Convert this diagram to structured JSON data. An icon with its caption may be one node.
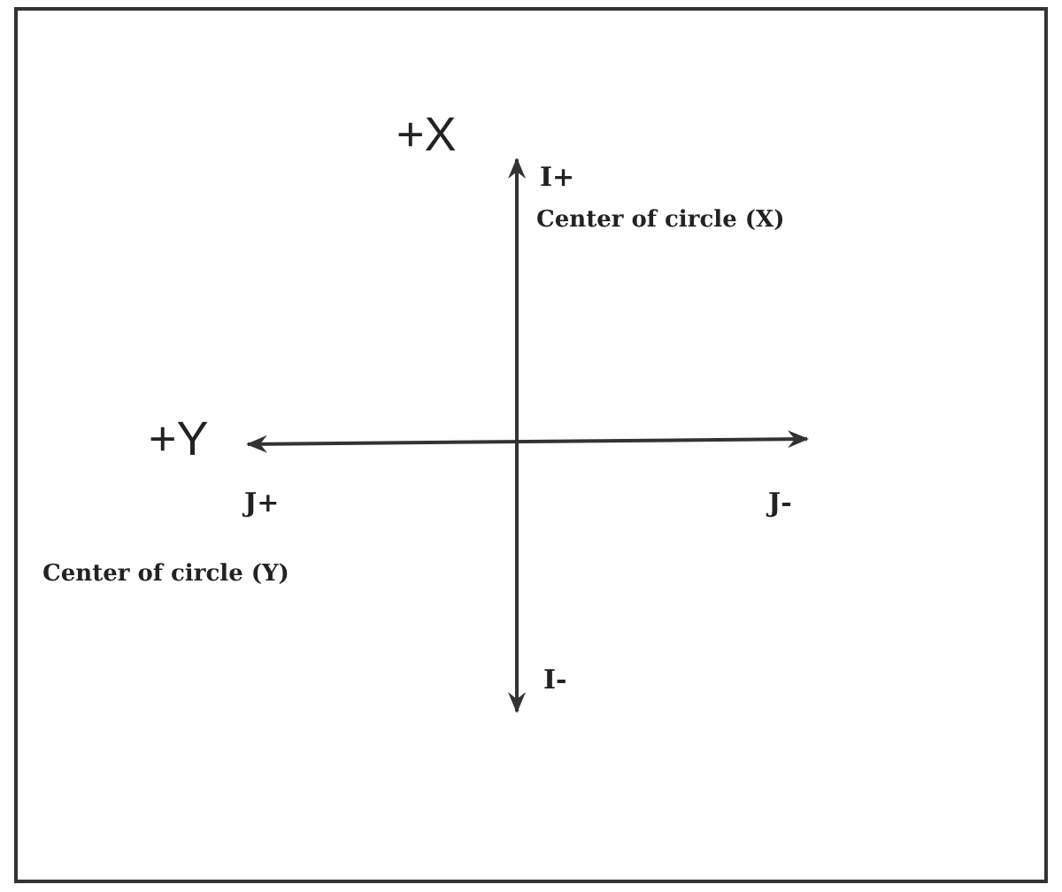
{
  "diagram": {
    "labels": [
      "+X",
      "I+",
      "Center of circle (X)",
      "+Y",
      "J+",
      "J-",
      "Center of circle (Y)",
      "I-"
    ]
  }
}
